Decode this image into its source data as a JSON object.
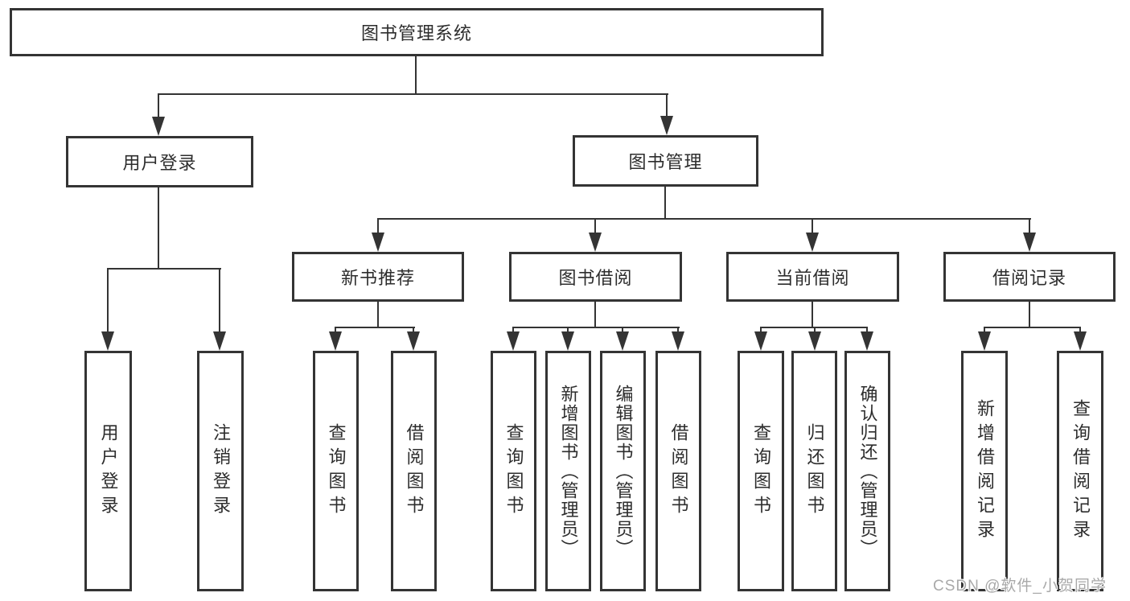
{
  "colors": {
    "line": "#343434",
    "text": "#2d2d2d",
    "watermark": "#a9a9a9",
    "background": "#ffffff"
  },
  "watermark": "CSDN @软件_小贺同学",
  "tree": {
    "label": "图书管理系统",
    "children": [
      {
        "label": "用户登录",
        "children": [
          {
            "label": "用户登录"
          },
          {
            "label": "注销登录"
          }
        ]
      },
      {
        "label": "图书管理",
        "children": [
          {
            "label": "新书推荐",
            "children": [
              {
                "label": "查询图书"
              },
              {
                "label": "借阅图书"
              }
            ]
          },
          {
            "label": "图书借阅",
            "children": [
              {
                "label": "查询图书"
              },
              {
                "label": "新增图书（管理员）"
              },
              {
                "label": "编辑图书（管理员）"
              },
              {
                "label": "借阅图书"
              }
            ]
          },
          {
            "label": "当前借阅",
            "children": [
              {
                "label": "查询图书"
              },
              {
                "label": "归还图书"
              },
              {
                "label": "确认归还（管理员）"
              }
            ]
          },
          {
            "label": "借阅记录",
            "children": [
              {
                "label": "新增借阅记录"
              },
              {
                "label": "查询借阅记录"
              }
            ]
          }
        ]
      }
    ]
  }
}
